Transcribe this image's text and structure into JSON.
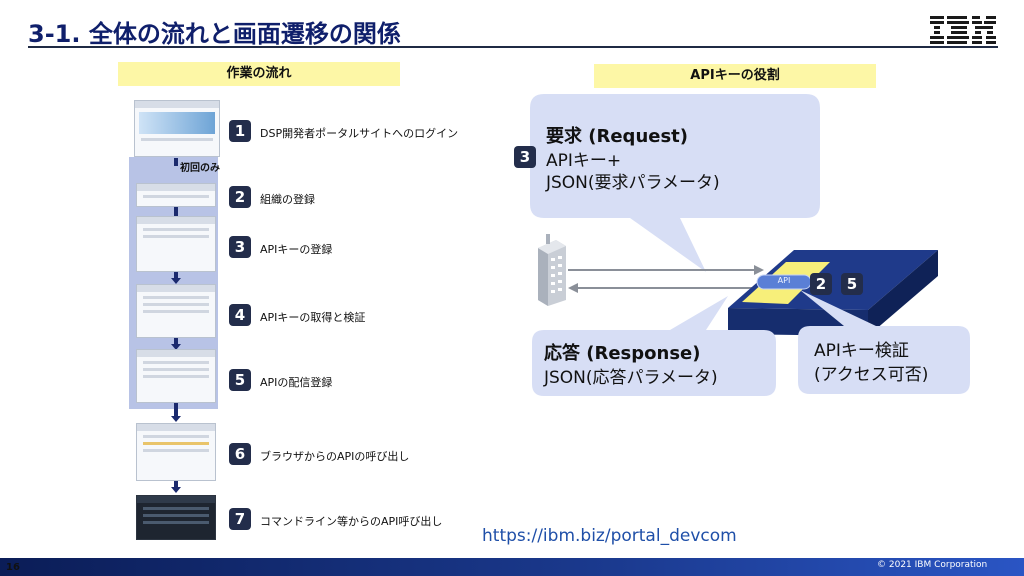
{
  "header": {
    "title": "3-1. 全体の流れと画面遷移の関係",
    "logo_text": "IBM"
  },
  "left_panel": {
    "heading": "作業の流れ",
    "first_only_label": "初回のみ",
    "steps": [
      {
        "num": "1",
        "label": "DSP開発者ポータルサイトへのログイン"
      },
      {
        "num": "2",
        "label": "組織の登録"
      },
      {
        "num": "3",
        "label": "APIキーの登録"
      },
      {
        "num": "4",
        "label": "APIキーの取得と検証"
      },
      {
        "num": "5",
        "label": "APIの配信登録"
      },
      {
        "num": "6",
        "label": "ブラウザからのAPIの呼び出し"
      },
      {
        "num": "7",
        "label": "コマンドライン等からのAPI呼び出し"
      }
    ]
  },
  "right_panel": {
    "heading": "APIキーの役割",
    "request": {
      "badge": "3",
      "title": "要求 (Request)",
      "line1": "APIキー+",
      "line2": "JSON(要求パラメータ)"
    },
    "response": {
      "title": "応答 (Response)",
      "line1": "JSON(応答パラメータ)"
    },
    "verify": {
      "line1": "APIキー検証",
      "line2": "(アクセス可否)"
    },
    "platform_badges": [
      "2",
      "5"
    ],
    "api_tag": "API"
  },
  "footer": {
    "url": "https://ibm.biz/portal_devcom",
    "page_number": "16",
    "copyright": "© 2021 IBM Corporation"
  },
  "colors": {
    "title": "#0f1f6b",
    "badge": "#232d4b",
    "bubble": "#d7def5",
    "heading_bg": "#fdf7a6",
    "band": "#b8c3e6",
    "footer": "#1b3a8f"
  }
}
